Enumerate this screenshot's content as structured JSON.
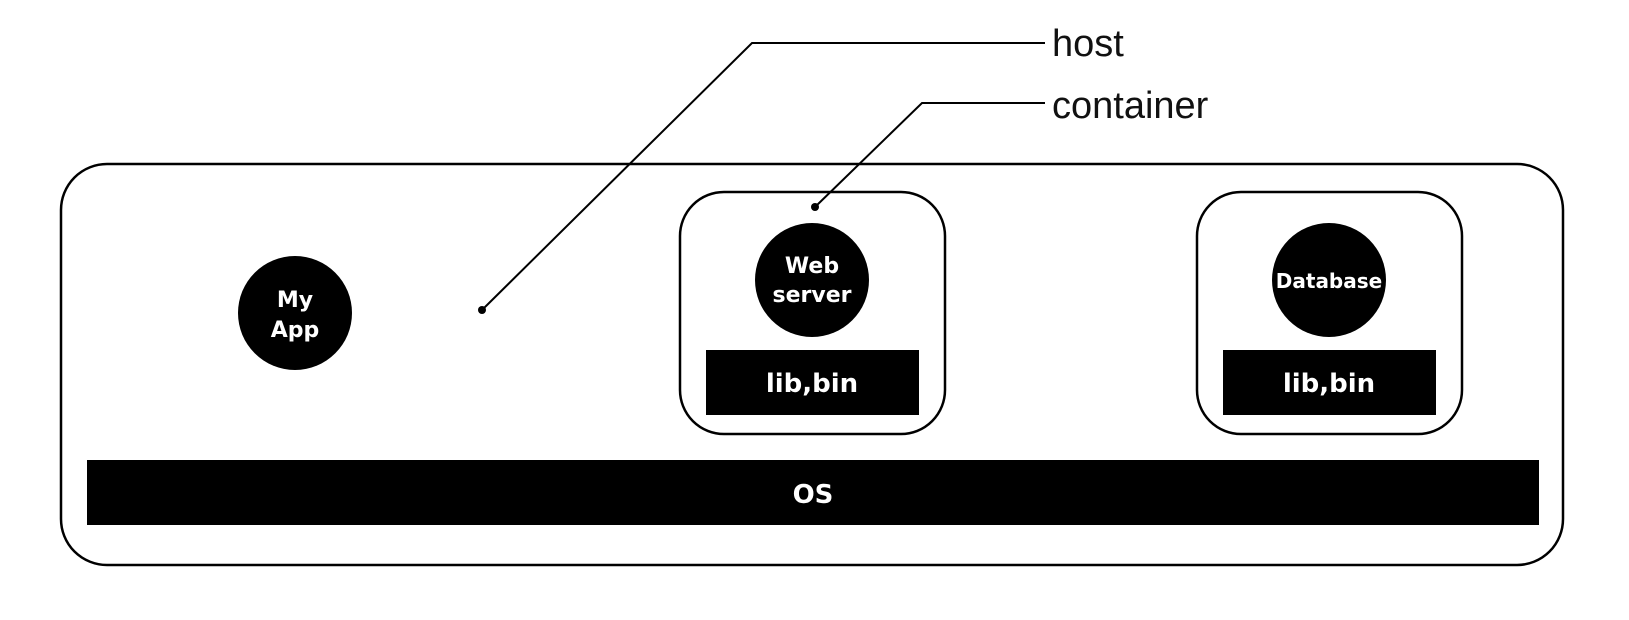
{
  "callouts": {
    "host_label": "host",
    "container_label": "container"
  },
  "host": {
    "my_app_line1": "My",
    "my_app_line2": "App",
    "os_label": "OS"
  },
  "containers": [
    {
      "name_line1": "Web",
      "name_line2": "server",
      "lib_label": "lib,bin"
    },
    {
      "name": "Database",
      "lib_label": "lib,bin"
    }
  ],
  "colors": {
    "ink": "#000000",
    "background": "#ffffff"
  }
}
